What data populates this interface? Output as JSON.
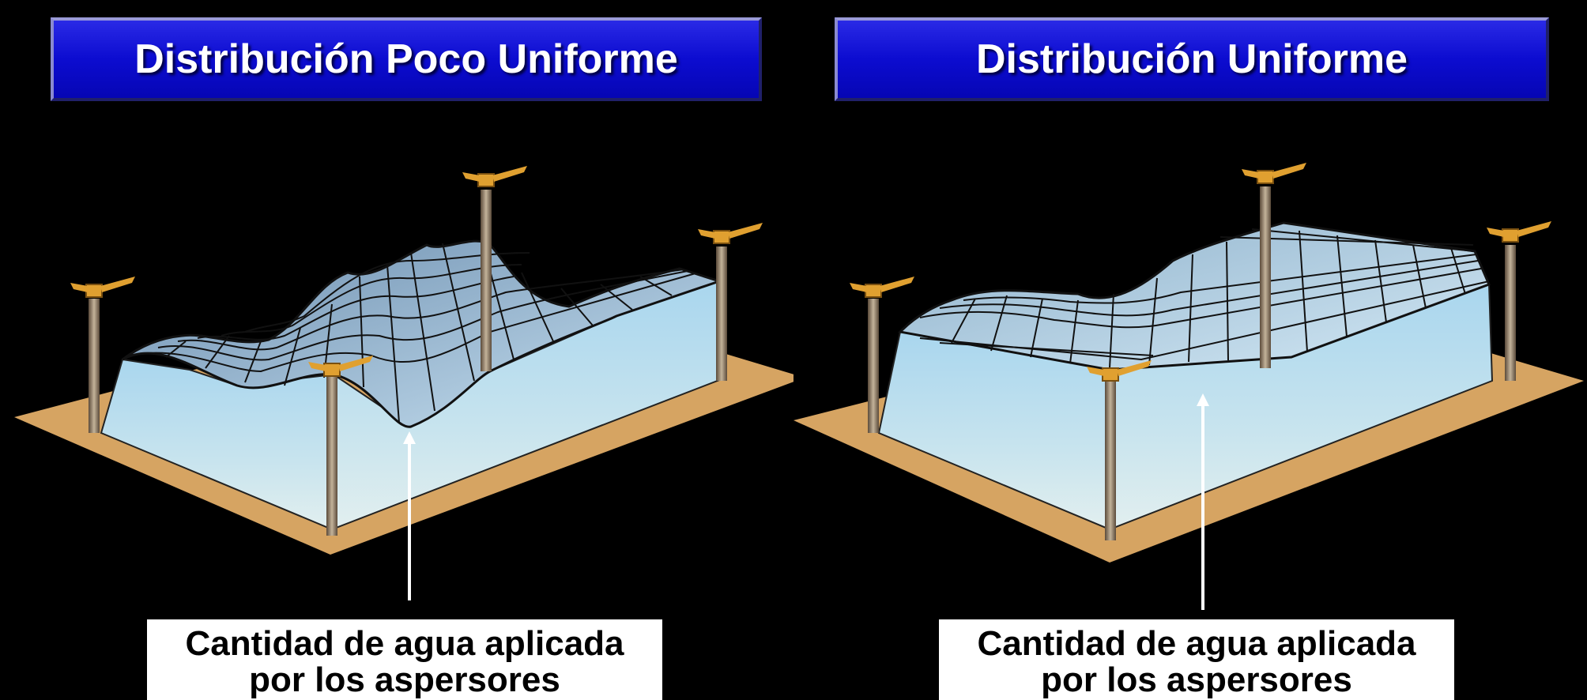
{
  "panels": [
    {
      "title": "Distribución Poco Uniforme",
      "caption_line1": "Cantidad de agua aplicada",
      "caption_line2": "por los aspersores"
    },
    {
      "title": "Distribución Uniforme",
      "caption_line1": "Cantidad de agua aplicada",
      "caption_line2": "por los aspersores"
    }
  ],
  "colors": {
    "background": "#000000",
    "banner": "#0c0cd0",
    "ground": "#d6a462",
    "water": "#bfe2f2",
    "mesh_line": "#111111",
    "sprinkler": "#e0a030"
  },
  "icons": [
    "sprinkler-icon",
    "arrow-up-icon"
  ]
}
